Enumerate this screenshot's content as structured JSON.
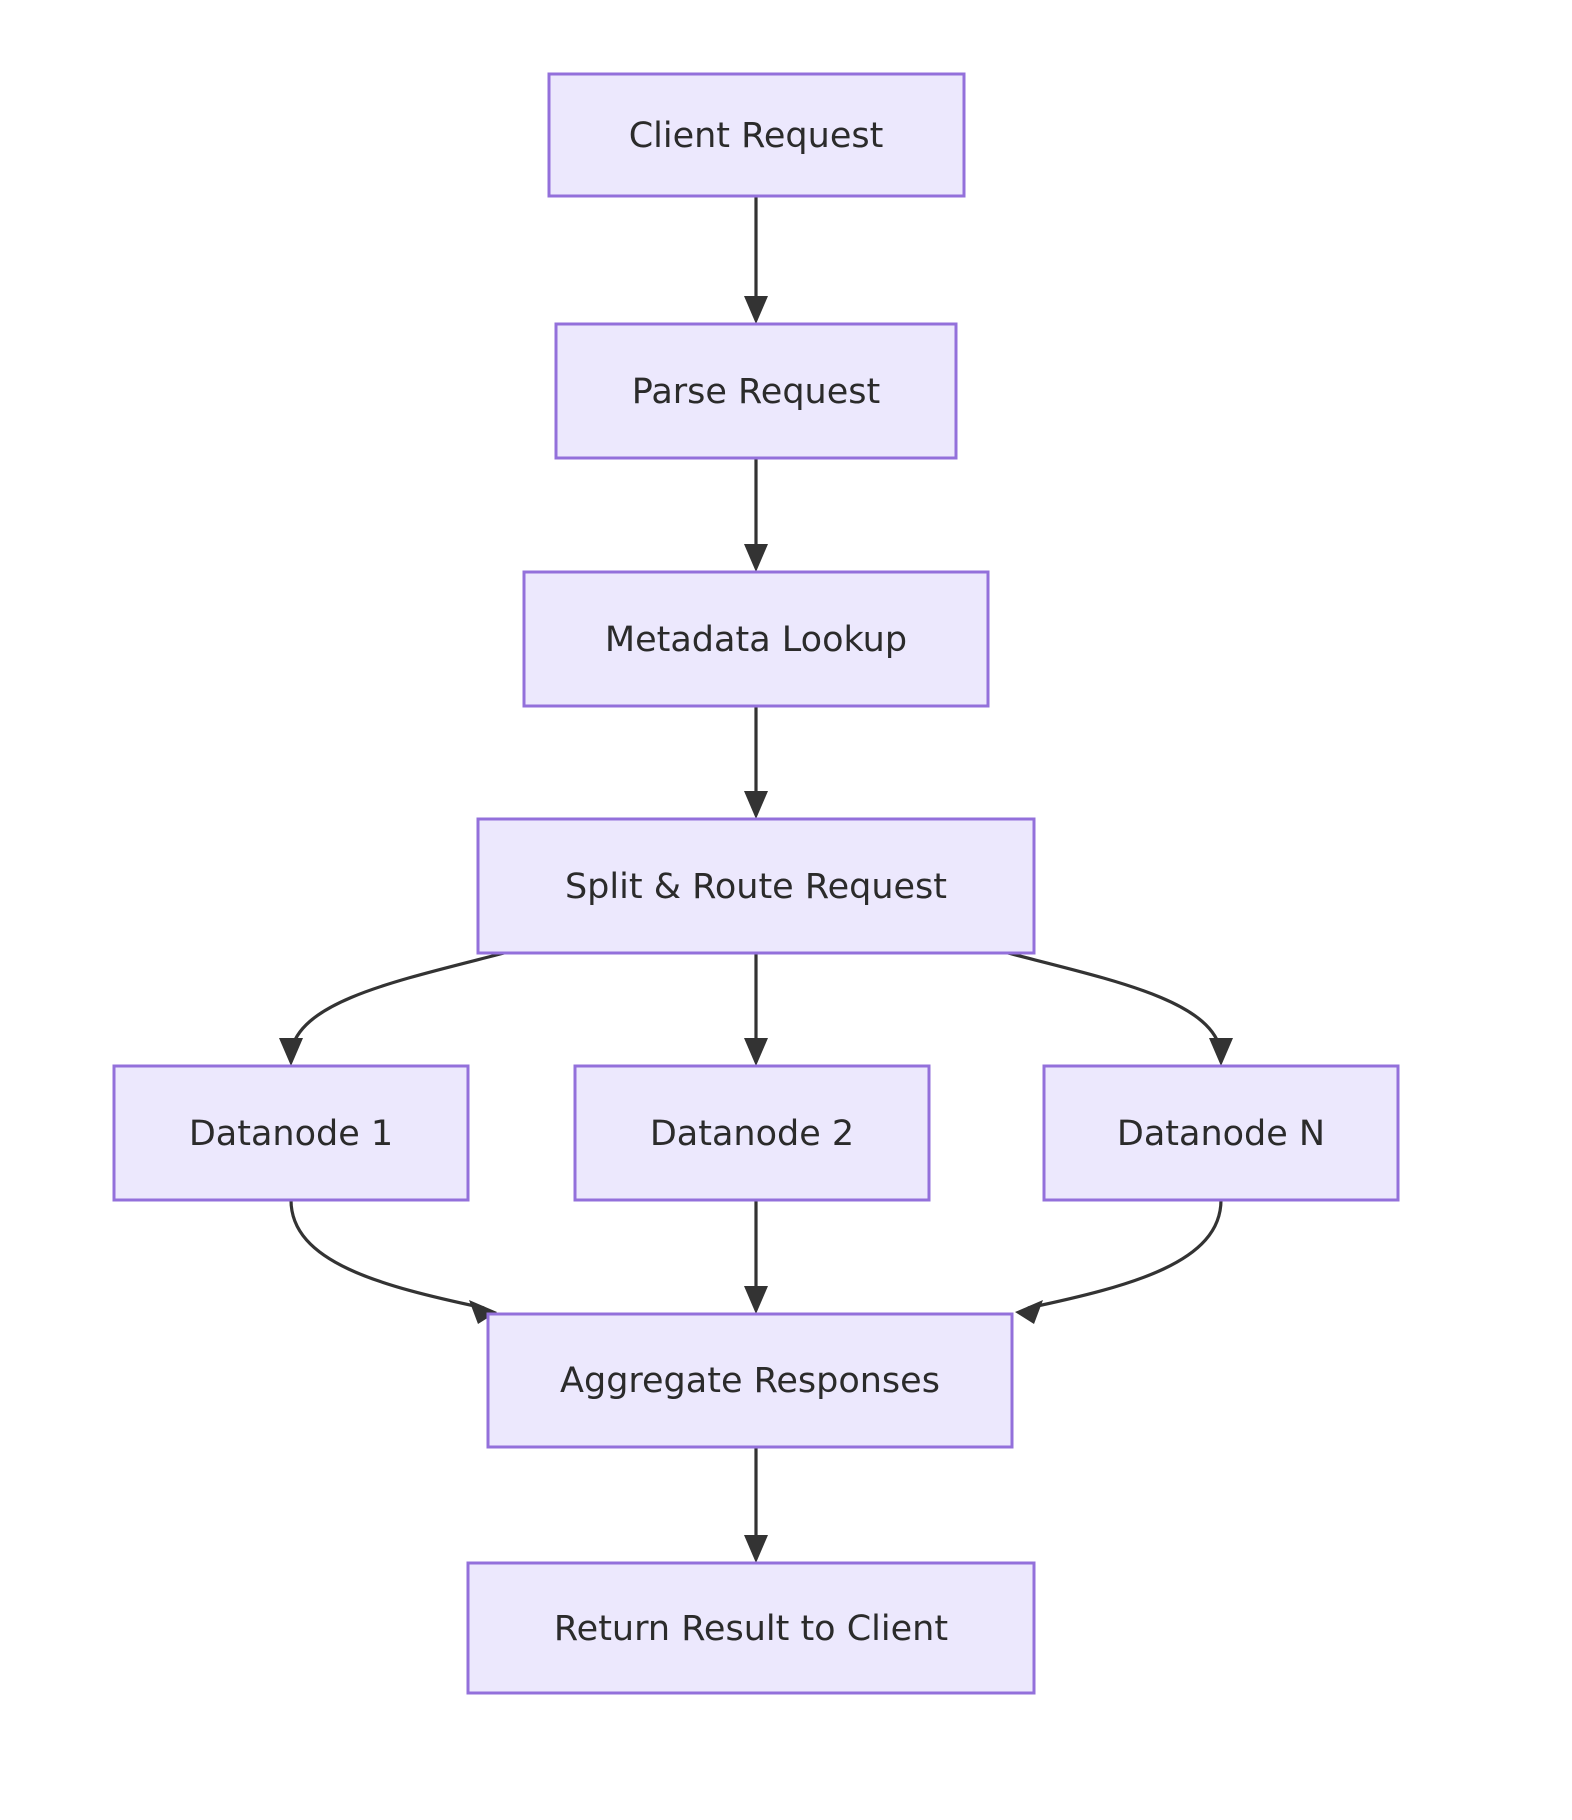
{
  "diagram": {
    "type": "flowchart",
    "orientation": "top-to-bottom",
    "background_color": "#ffffff",
    "node_fill_color": "#ECE8FD",
    "node_border_color": "#9370DB",
    "node_text_color": "#2b2b2b",
    "edge_color": "#333333",
    "nodes": [
      {
        "id": "client_request",
        "label": "Client Request"
      },
      {
        "id": "parse_request",
        "label": "Parse Request"
      },
      {
        "id": "metadata_lookup",
        "label": "Metadata Lookup"
      },
      {
        "id": "split_route_request",
        "label": "Split & Route Request"
      },
      {
        "id": "datanode_1",
        "label": "Datanode 1"
      },
      {
        "id": "datanode_2",
        "label": "Datanode 2"
      },
      {
        "id": "datanode_n",
        "label": "Datanode N"
      },
      {
        "id": "aggregate_responses",
        "label": "Aggregate Responses"
      },
      {
        "id": "return_result",
        "label": "Return Result to Client"
      }
    ],
    "edges": [
      {
        "from": "client_request",
        "to": "parse_request",
        "label": ""
      },
      {
        "from": "parse_request",
        "to": "metadata_lookup",
        "label": ""
      },
      {
        "from": "metadata_lookup",
        "to": "split_route_request",
        "label": ""
      },
      {
        "from": "split_route_request",
        "to": "datanode_1",
        "label": ""
      },
      {
        "from": "split_route_request",
        "to": "datanode_2",
        "label": ""
      },
      {
        "from": "split_route_request",
        "to": "datanode_n",
        "label": ""
      },
      {
        "from": "datanode_1",
        "to": "aggregate_responses",
        "label": ""
      },
      {
        "from": "datanode_2",
        "to": "aggregate_responses",
        "label": ""
      },
      {
        "from": "datanode_n",
        "to": "aggregate_responses",
        "label": ""
      },
      {
        "from": "aggregate_responses",
        "to": "return_result",
        "label": ""
      }
    ]
  }
}
